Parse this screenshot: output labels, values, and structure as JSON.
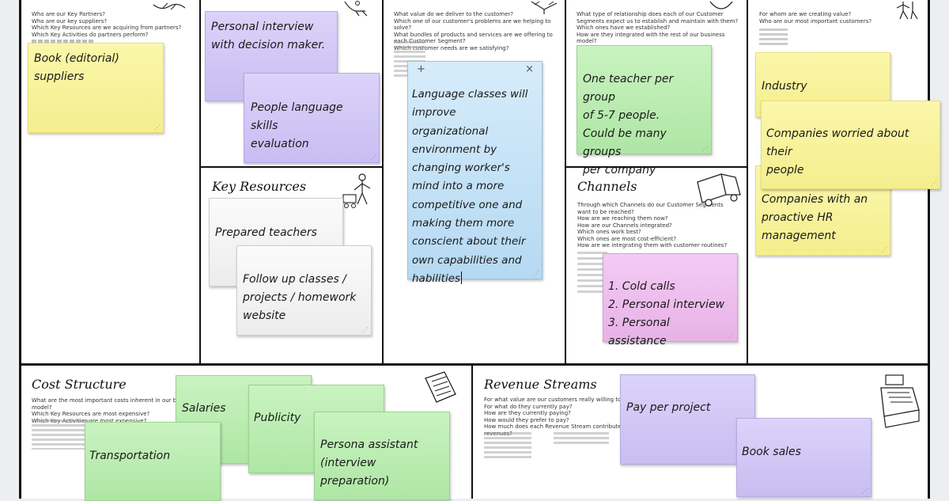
{
  "canvas": {
    "key_partners": {
      "questions": "Who are our Key Partners?\nWho are our key suppliers?\nWhich Key Resources are we acquiring from partners?\nWhich Key Activities do partners perform?",
      "notes": [
        {
          "text": "Book (editorial)\nsuppliers",
          "color": "yellow"
        }
      ]
    },
    "key_activities": {
      "notes": [
        {
          "text": "Personal interview\nwith decision maker.",
          "color": "purple"
        },
        {
          "text": "People language skills\nevaluation",
          "color": "purple"
        }
      ]
    },
    "key_resources": {
      "title": "Key Resources",
      "notes": [
        {
          "text": "Prepared teachers",
          "color": "white"
        },
        {
          "text": "Follow up classes /\nprojects / homework\nwebsite",
          "color": "white"
        }
      ]
    },
    "value_propositions": {
      "questions": "What value do we deliver to the customer?\nWhich one of our customer's problems are we helping to solve?\nWhat bundles of products and services are we offering to each Customer Segment?\nWhich customer needs are we satisfying?",
      "active_note": {
        "text": "Language classes will\nimprove organizational\nenvironment by\nchanging worker's\nmind into a more\ncompetitive one and\nmaking them more\nconscient about their\nown capabilities and\nhabilities",
        "add_glyph": "+",
        "close_glyph": "×",
        "color": "blue"
      }
    },
    "customer_relationships": {
      "questions": "What type of relationship does each of our Customer\nSegments expect us to establish and maintain with them?\nWhich ones have we established?\nHow are they integrated with the rest of our business model?\nHow costly are they?",
      "notes": [
        {
          "text": "One teacher per group\nof 5-7 people.\nCould be many groups\nper company",
          "color": "green"
        }
      ]
    },
    "channels": {
      "title": "Channels",
      "questions": "Through which Channels do our Customer Segments\nwant to be reached?\nHow are we reaching them now?\nHow are our Channels integrated?\nWhich ones work best?\nWhich ones are most cost-efficient?\nHow are we integrating them with customer routines?",
      "notes": [
        {
          "text": "1. Cold calls\n2. Personal interview\n3. Personal assistance",
          "color": "pink"
        }
      ]
    },
    "customer_segments": {
      "questions": "For whom are we creating value?\nWho are our most important customers?",
      "notes": [
        {
          "text": "Industry",
          "color": "yellow"
        },
        {
          "text": "Companies worried about their\npeople",
          "color": "yellow"
        },
        {
          "text": "Companies with an\nproactive HR\nmanagement",
          "color": "yellow"
        }
      ]
    },
    "cost_structure": {
      "title": "Cost Structure",
      "questions": "What are the most important costs inherent in our business model?\nWhich Key Resources are most expensive?\nWhich Key Activities are most expensive?",
      "notes": [
        {
          "text": "Salaries",
          "color": "green"
        },
        {
          "text": "Publicity",
          "color": "green"
        },
        {
          "text": "Transportation",
          "color": "green"
        },
        {
          "text": "Persona assistant\n(interview\npreparation)",
          "color": "green"
        }
      ]
    },
    "revenue_streams": {
      "title": "Revenue Streams",
      "questions": "For what value are our customers really willing to pay?\nFor what do they currently pay?\nHow are they currently paying?\nHow would they prefer to pay?\nHow much does each Revenue Stream contribute to overall revenues?",
      "notes": [
        {
          "text": "Pay per project",
          "color": "purple"
        },
        {
          "text": "Book sales",
          "color": "purple"
        }
      ]
    }
  }
}
